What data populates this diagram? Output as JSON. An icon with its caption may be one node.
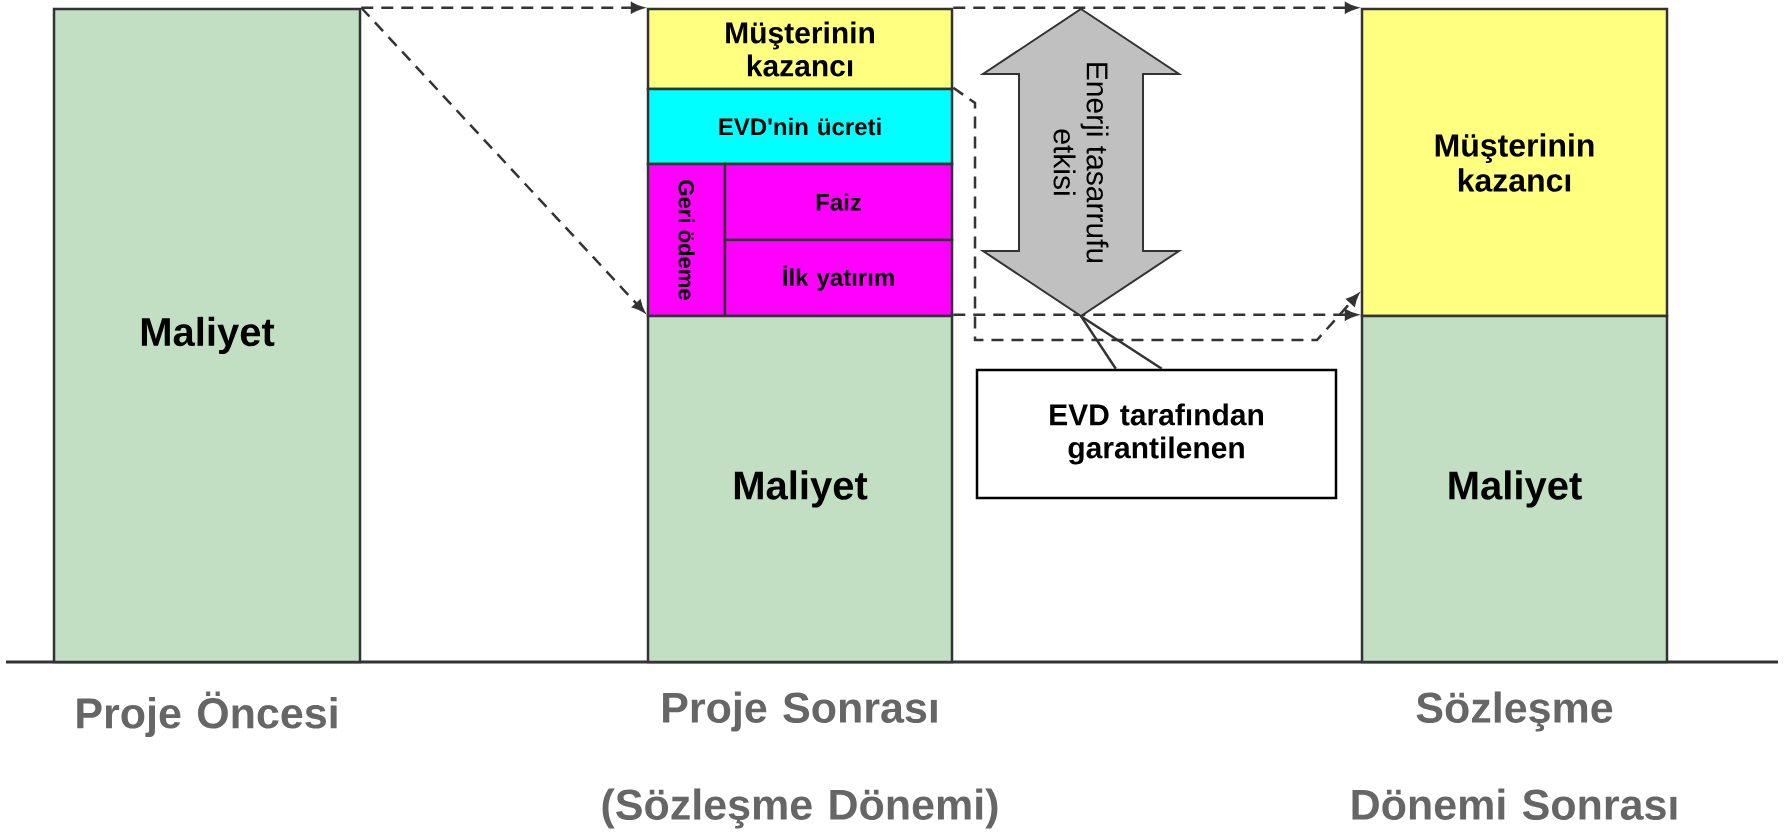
{
  "diagram": {
    "nodes": [
      {
        "text": [
          "Maliyet"
        ],
        "beside": [
          "Proje Öncesi"
        ]
      },
      {
        "text": [
          "Müşterinin kazancı"
        ]
      },
      {
        "text": [
          "EVD'nin ücreti"
        ]
      },
      {
        "text": [
          "Geri ödeme"
        ]
      },
      {
        "text": [
          "Faiz"
        ]
      },
      {
        "text": [
          "İlk yatırım"
        ]
      },
      {
        "text": [
          "Maliyet"
        ],
        "beside": [
          "Proje Sonrası (Sözleşme Dönemi)"
        ]
      },
      {
        "text": [
          "Enerji tasarrufu etkisi"
        ]
      },
      {
        "text": [
          "Müşterinin kazancı"
        ]
      },
      {
        "text": [
          "Maliyet"
        ],
        "beside": [
          "Sözleşme Dönemi Sonrası"
        ]
      },
      {
        "text": [
          "EVD tarafından garantilenen"
        ]
      }
    ],
    "edges": [
      {
        "from": 0,
        "to": 1,
        "arrow": "to",
        "style": "dashed"
      },
      {
        "from": 0,
        "to": 6,
        "arrow": "to",
        "style": "dashed"
      },
      {
        "from": 1,
        "to": 8,
        "arrow": "to",
        "style": "dashed"
      },
      {
        "from": 2,
        "to": 8,
        "arrow": "to",
        "style": "dashed"
      },
      {
        "from": 6,
        "to": 9,
        "arrow": "to",
        "style": "dashed"
      },
      {
        "from": 10,
        "to": 7,
        "arrow": "none"
      },
      {
        "from": 10,
        "to": 7,
        "arrow": "none"
      }
    ]
  }
}
